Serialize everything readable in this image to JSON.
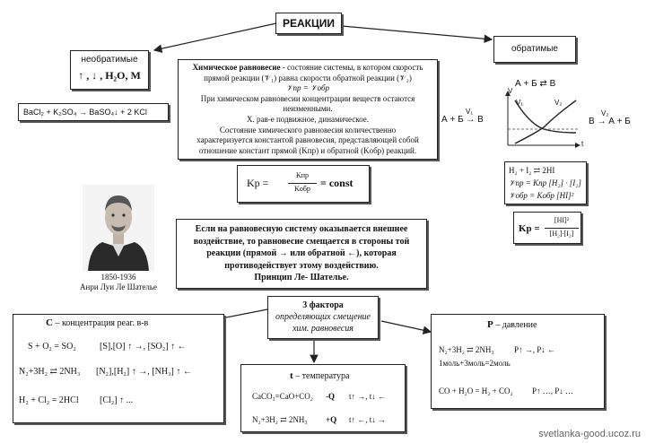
{
  "title": "РЕАКЦИИ",
  "irreversible": {
    "title": "необратимые",
    "signs": "↑ , ↓ , H₂O, M",
    "example": "BaCl₂ + K₂SO₄ → BaSO₄↓ + 2 KCl"
  },
  "reversible": {
    "title": "обратимые",
    "graph_top": "А + Б ⇄ В",
    "v1": "V₁",
    "v2": "V₂",
    "axis_v": "V",
    "axis_t": "t",
    "forward_eq": "А + Б → В",
    "forward_v": "V₁",
    "reverse_eq": "В → А + Б",
    "reverse_v": "V₂",
    "hi_eq": "H₂ + I₂ ⇄ 2HI",
    "v_pr_eq": "𝒱пр = Kпр [H₂] ∙ [I₂]",
    "v_obr_eq": "𝒱обр = Kобр [HI]²",
    "kp_label": "Kр =",
    "kp_num": "[HI]²",
    "kp_den": "[H₂]∙[I₂]"
  },
  "equilibrium": {
    "term": "Химическое равновесие",
    "def_rest": " - состояние системы, в котором скорость",
    "line2": "прямой реакции (𝒱₁) равна скорости обратной реакции (𝒱₂)",
    "line3": "𝒱пр = 𝒱обр",
    "line4": "При химическом равновесии концентрации веществ остаются",
    "line5": "неизменными.",
    "line6": "Х. рав-е подвижное, динамическое.",
    "line7": "Состояние химического равновесия количественно",
    "line8": "характеризуется константой равновесия, представляющей собой",
    "line9": "отношение констант прямой (Kпр) и обратной (Kобр) реакций."
  },
  "kp_box": {
    "label": "Kр =",
    "num": "Kпр",
    "den": "Kобр",
    "rhs": "= const"
  },
  "portrait": {
    "years": "1850-1936",
    "name": "Анри Луи Ле Шателье"
  },
  "principle": {
    "line1": "Если на равновесную систему оказывается внешнее",
    "line2": "воздействие, то равновесие смещается в стороны той",
    "line3": "реакции (прямой → или обратной ←), которая",
    "line4": "противодействует этому воздействию.",
    "line5": "Принцип Ле- Шателье."
  },
  "factors": {
    "title": "3 фактора",
    "sub1": "определяющих смещение",
    "sub2": "хим. равновесия"
  },
  "concentration": {
    "title_bold": "С",
    "title_rest": " – концентрация  реаг. в-в",
    "ex1_eq": "S + O₂ = SO₂",
    "ex1_note": "[S],[O] ↑ →, [SO₂] ↑ ←",
    "ex2_eq": "N₂+3H₂ ⇄ 2NH₃",
    "ex2_note": "[N₂],[H₂] ↑ →, [NH₃] ↑ ←",
    "ex3_eq": "H₂ + Cl₂ = 2HCl",
    "ex3_note": "[Cl₂] ↑ ..."
  },
  "temperature": {
    "title_bold": "t",
    "title_rest": " – температура",
    "ex1_eq": "CaCO₃=CaO+CO₂",
    "ex1_q": "-Q",
    "ex1_note": "t↑ →, t↓ ←",
    "ex2_eq": "N₂+3H₂ ⇄ 2NH₃",
    "ex2_q": "+Q",
    "ex2_note": "t↑ ←, t↓ →"
  },
  "pressure": {
    "title_bold": "Р",
    "title_rest": " – давление",
    "ex1_eq": "N₂+3H₂ ⇄ 2NH₃",
    "ex1_note": "P↑ →, P↓ ←",
    "ex1_moles": "1моль+3моль=2моль",
    "ex2_eq": "CO + H₂O = H₂ + CO₂",
    "ex2_note": "P↑ …, P↓ …"
  },
  "watermark": "svetlanka-good.ucoz.ru"
}
